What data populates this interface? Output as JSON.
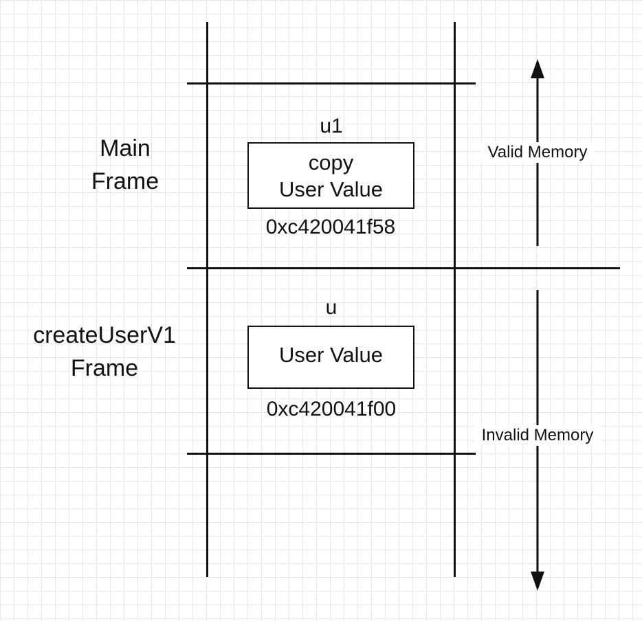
{
  "frames": {
    "main": {
      "label_line1": "Main",
      "label_line2": "Frame",
      "variable": "u1",
      "box_line1": "copy",
      "box_line2": "User Value",
      "address": "0xc420041f58"
    },
    "create_user": {
      "label_line1": "createUserV1",
      "label_line2": "Frame",
      "variable": "u",
      "box_line1": "User Value",
      "address": "0xc420041f00"
    }
  },
  "memory": {
    "valid": "Valid Memory",
    "invalid": "Invalid Memory"
  },
  "colors": {
    "line": "#111111",
    "grid": "#e6e6e6",
    "background": "#ffffff"
  }
}
